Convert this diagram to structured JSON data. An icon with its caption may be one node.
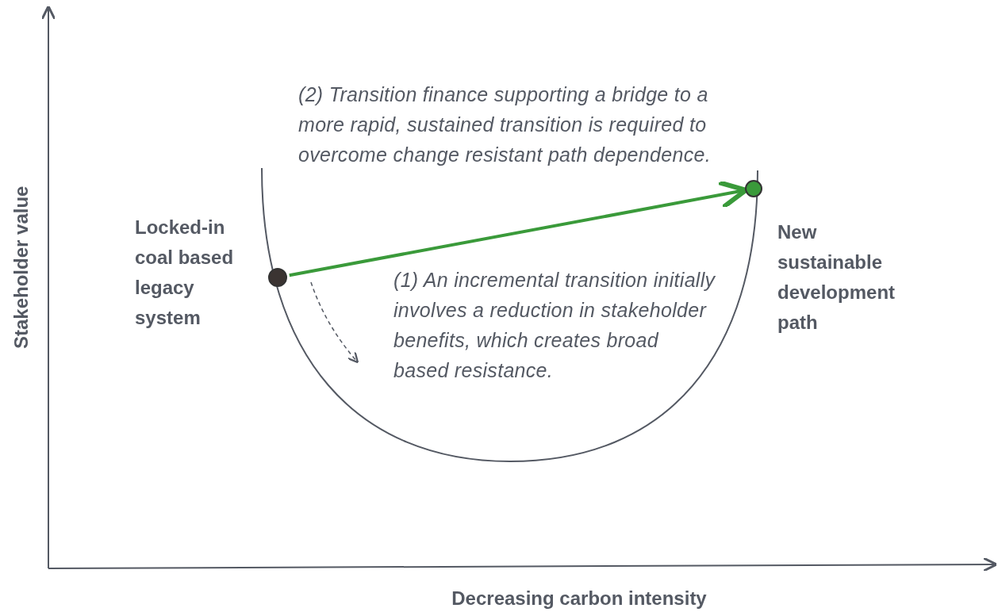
{
  "diagram": {
    "nodes": [
      {
        "text": [],
        "shape": "circle",
        "beside": [
          "Locked-in coal based legacy system"
        ]
      },
      {
        "text": [],
        "shape": "circle",
        "beside": [
          "New sustainable development path"
        ]
      }
    ],
    "edges": [
      {
        "from": 0,
        "to": 1,
        "arrow": "to",
        "color": "#3a9a3a"
      }
    ],
    "labels": [
      "(2) Transition finance supporting a bridge to a more rapid, sustained transition is required to overcome change resistant path dependence.",
      "(1) An incremental transition initially involves a reduction in stakeholder benefits, which creates broad based resistance.",
      "Stakeholder value",
      "Decreasing carbon intensity"
    ]
  }
}
